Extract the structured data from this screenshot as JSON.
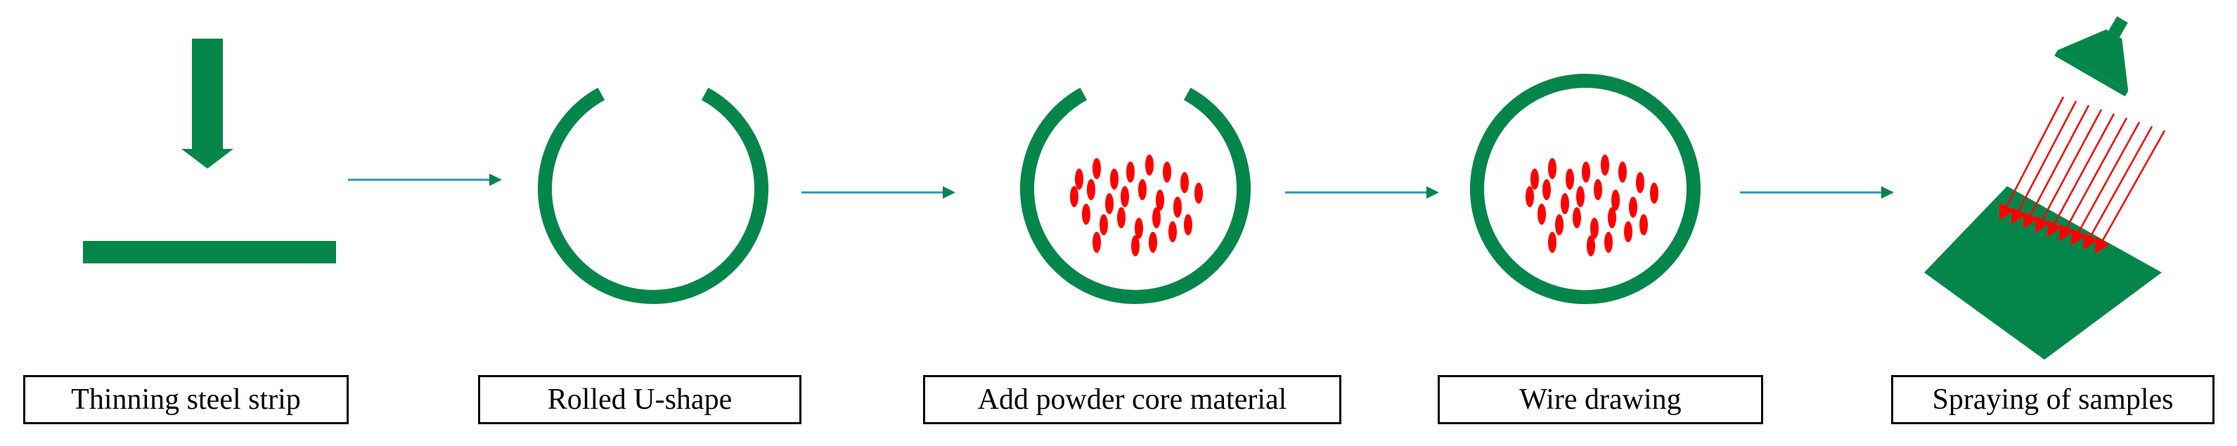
{
  "colors": {
    "steel": "#04864a",
    "flow_arrow": "#2e96b8",
    "powder": "#ff0000",
    "outline": "#000000"
  },
  "icons": [
    "down-arrow-icon",
    "flow-arrow-icon",
    "spray-gun-icon"
  ],
  "steps": [
    {
      "label": "Thinning steel strip"
    },
    {
      "label": "Rolled U-shape"
    },
    {
      "label": "Add powder core material"
    },
    {
      "label": "Wire drawing"
    },
    {
      "label": "Spraying of samples"
    }
  ]
}
